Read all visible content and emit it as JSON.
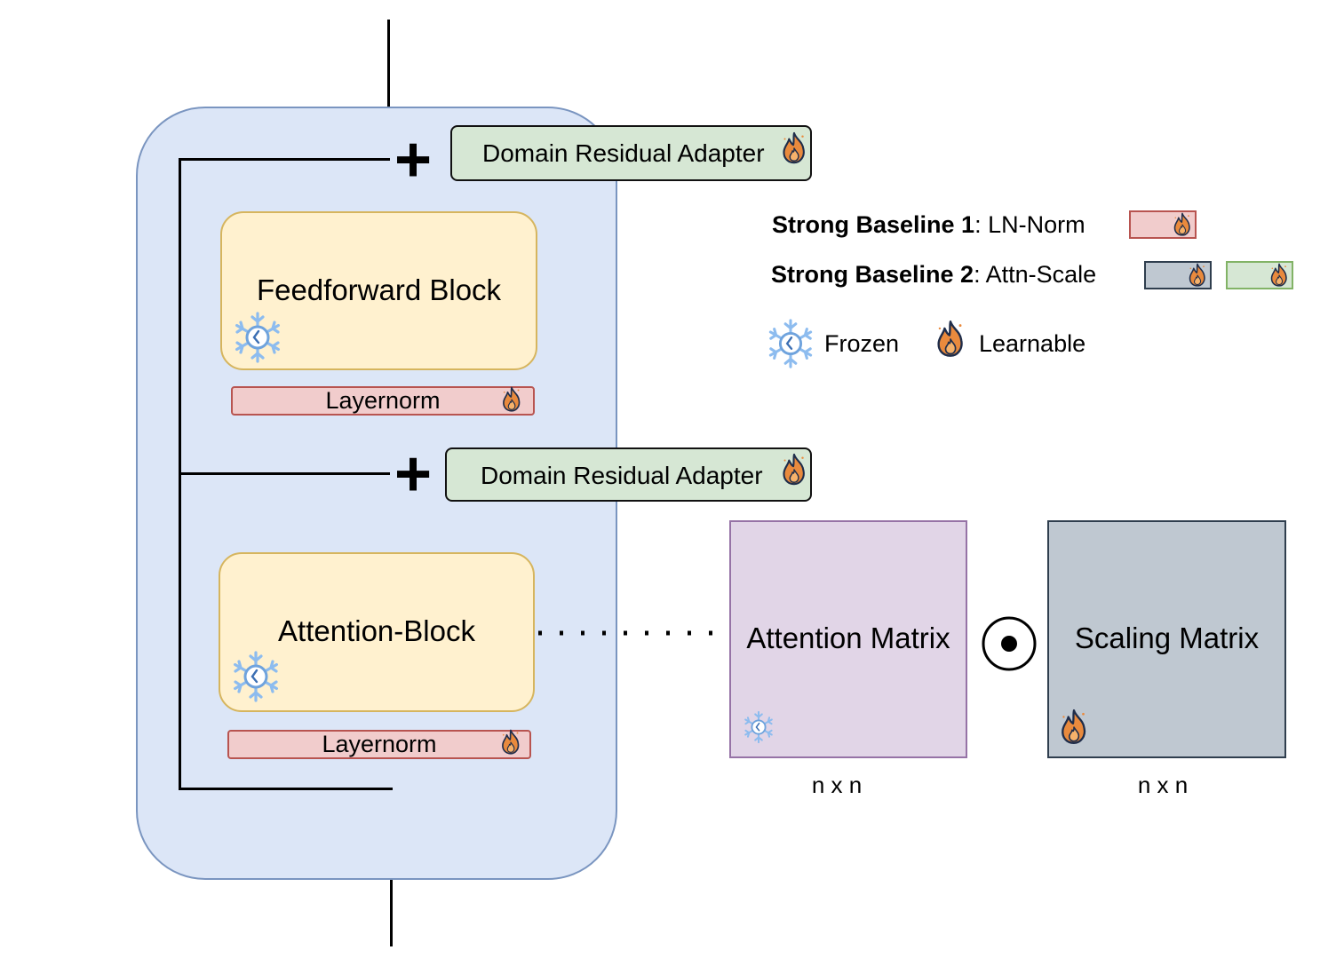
{
  "adapters": {
    "top": {
      "label": "Domain Residual Adapter"
    },
    "bottom": {
      "label": "Domain Residual Adapter"
    }
  },
  "plus_symbol": "+",
  "blocks": {
    "feedforward": {
      "label": "Feedforward Block"
    },
    "attention": {
      "label": "Attention-Block"
    }
  },
  "layernorms": {
    "top": {
      "label": "Layernorm"
    },
    "bottom": {
      "label": "Layernorm"
    }
  },
  "matrices": {
    "attention": {
      "label": "Attention Matrix",
      "dim": "n x n"
    },
    "scaling": {
      "label": "Scaling Matrix",
      "dim": "n x n"
    }
  },
  "legend": {
    "baseline1": {
      "name": "Strong Baseline 1",
      "sep": ": ",
      "desc": "LN-Norm"
    },
    "baseline2": {
      "name": "Strong Baseline 2",
      "sep": ": ",
      "desc": "Attn-Scale"
    },
    "frozen": "Frozen",
    "learnable": "Learnable"
  },
  "icons": [
    "snowflake-icon",
    "flame-icon",
    "hadamard-product-icon"
  ],
  "colors": {
    "container": "#dce6f7",
    "block": "#fff1cf",
    "layernorm": "#f1cccc",
    "adapter": "#d6e7d4",
    "attention_matrix": "#e1d5e7",
    "scaling_matrix": "#bfc8d1",
    "flame": "#e8853a",
    "snowflake": "#7fb3ea"
  }
}
